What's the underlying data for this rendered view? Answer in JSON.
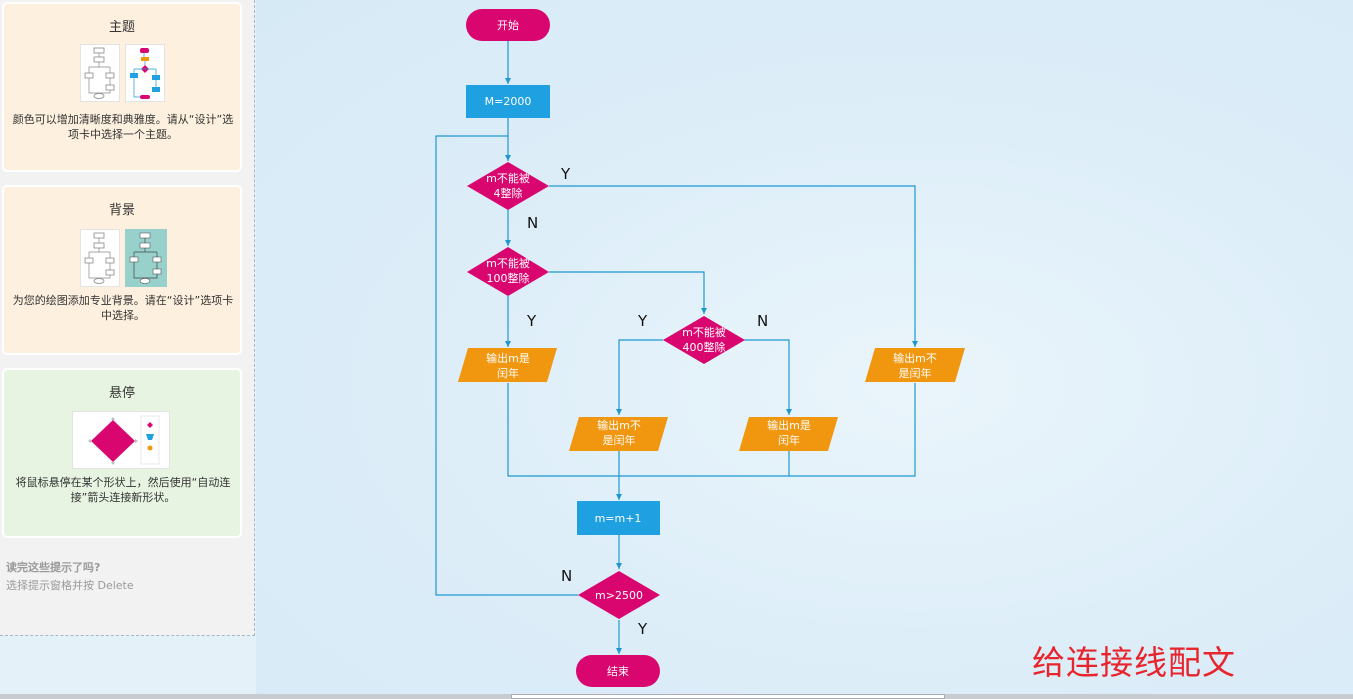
{
  "colors": {
    "terminator": "#d9066f",
    "process": "#1fa0e0",
    "decision": "#d9066f",
    "io": "#f0960f",
    "connector": "#1f98d0",
    "caption": "#e8242d"
  },
  "tips": [
    {
      "title": "主题",
      "text": "颜色可以增加清晰度和典雅度。请从“设计”选项卡中选择一个主题。"
    },
    {
      "title": "背景",
      "text": "为您的绘图添加专业背景。请在“设计”选项卡中选择。"
    },
    {
      "title": "悬停",
      "text": "将鼠标悬停在某个形状上，然后使用“自动连接”箭头连接新形状。"
    }
  ],
  "read_tips": {
    "title": "读完这些提示了吗?",
    "text": "选择提示窗格并按 Delete"
  },
  "flowchart": {
    "start": "开始",
    "init": "M=2000",
    "d1": [
      "m不能被",
      "4整除"
    ],
    "d2": [
      "m不能被",
      "100整除"
    ],
    "d3": [
      "m不能被",
      "400整除"
    ],
    "out_leap_1": [
      "输出m是",
      "闰年"
    ],
    "out_not_1": [
      "输出m不",
      "是闰年"
    ],
    "out_leap_2": [
      "输出m是",
      "闰年"
    ],
    "out_not_2": [
      "输出m不",
      "是闰年"
    ],
    "inc": "m=m+1",
    "d4": "m>2500",
    "end": "结束",
    "labels": {
      "y1": "Y",
      "n1": "N",
      "y2": "Y",
      "y3": "Y",
      "n3": "N",
      "n4": "N",
      "y4": "Y"
    }
  },
  "caption": "给连接线配文"
}
